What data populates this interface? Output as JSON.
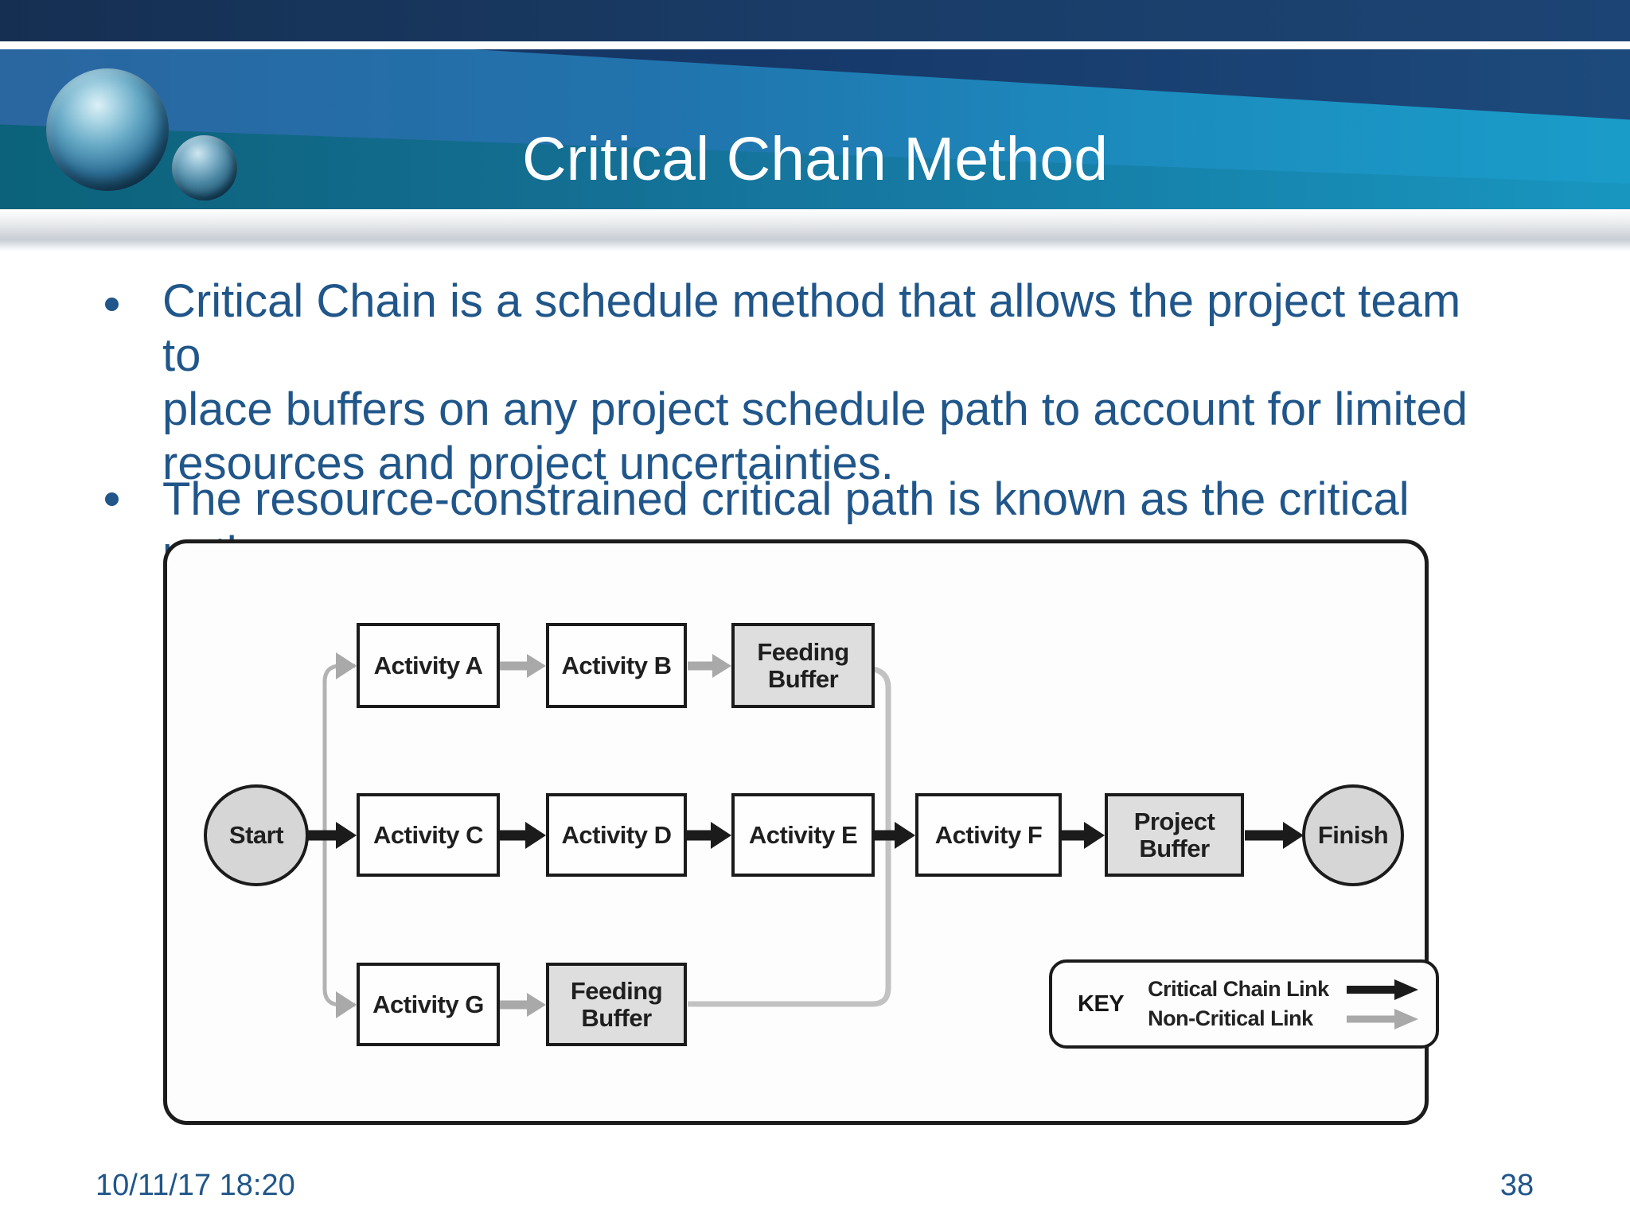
{
  "slide": {
    "title": "Critical Chain Method",
    "bullets": [
      {
        "lines": [
          "Critical Chain is a schedule method that allows the project team to",
          "place buffers on any project schedule path to account for limited",
          "resources and project uncertainties."
        ]
      },
      {
        "lines": [
          "The resource-constrained critical path is known as the critical path."
        ]
      }
    ],
    "footer": {
      "datetime": "10/11/17 18:20",
      "page_number": "38"
    }
  },
  "diagram": {
    "nodes": {
      "start": "Start",
      "activity_a": "Activity A",
      "activity_b": "Activity B",
      "feeding_buffer_top": "Feeding Buffer",
      "activity_c": "Activity C",
      "activity_d": "Activity D",
      "activity_e": "Activity E",
      "activity_f": "Activity F",
      "project_buffer": "Project Buffer",
      "finish": "Finish",
      "activity_g": "Activity G",
      "feeding_buffer_bottom": "Feeding Buffer"
    },
    "links": [
      {
        "from": "Start",
        "to": "Activity C",
        "type": "critical"
      },
      {
        "from": "Activity C",
        "to": "Activity D",
        "type": "critical"
      },
      {
        "from": "Activity D",
        "to": "Activity E",
        "type": "critical"
      },
      {
        "from": "Activity E",
        "to": "Activity F",
        "type": "critical"
      },
      {
        "from": "Activity F",
        "to": "Project Buffer",
        "type": "critical"
      },
      {
        "from": "Project Buffer",
        "to": "Finish",
        "type": "critical"
      },
      {
        "from": "Start",
        "to": "Activity A",
        "type": "non-critical"
      },
      {
        "from": "Activity A",
        "to": "Activity B",
        "type": "non-critical"
      },
      {
        "from": "Activity B",
        "to": "Feeding Buffer",
        "type": "non-critical"
      },
      {
        "from": "Start",
        "to": "Activity G",
        "type": "non-critical"
      },
      {
        "from": "Activity G",
        "to": "Feeding Buffer",
        "type": "non-critical"
      },
      {
        "from": "Feeding Buffer (top)",
        "to": "Activity F",
        "type": "non-critical"
      },
      {
        "from": "Feeding Buffer (bottom)",
        "to": "Activity F",
        "type": "non-critical"
      }
    ],
    "key": {
      "title": "KEY",
      "items": [
        {
          "label": "Critical Chain Link",
          "type": "critical"
        },
        {
          "label": "Non-Critical Link",
          "type": "non-critical"
        }
      ]
    }
  },
  "colors": {
    "header_navy": "#152F52",
    "band_blue": "#2A66A0",
    "band_light_blue": "#1A9CC9",
    "band_teal": "#096278",
    "body_text_blue": "#20568A",
    "figure_ink": "#1B1B1B",
    "node_gray_fill": "#DEDEDE",
    "critical_link": "#1B1B1B",
    "non_critical_link": "#A9A9A9"
  }
}
